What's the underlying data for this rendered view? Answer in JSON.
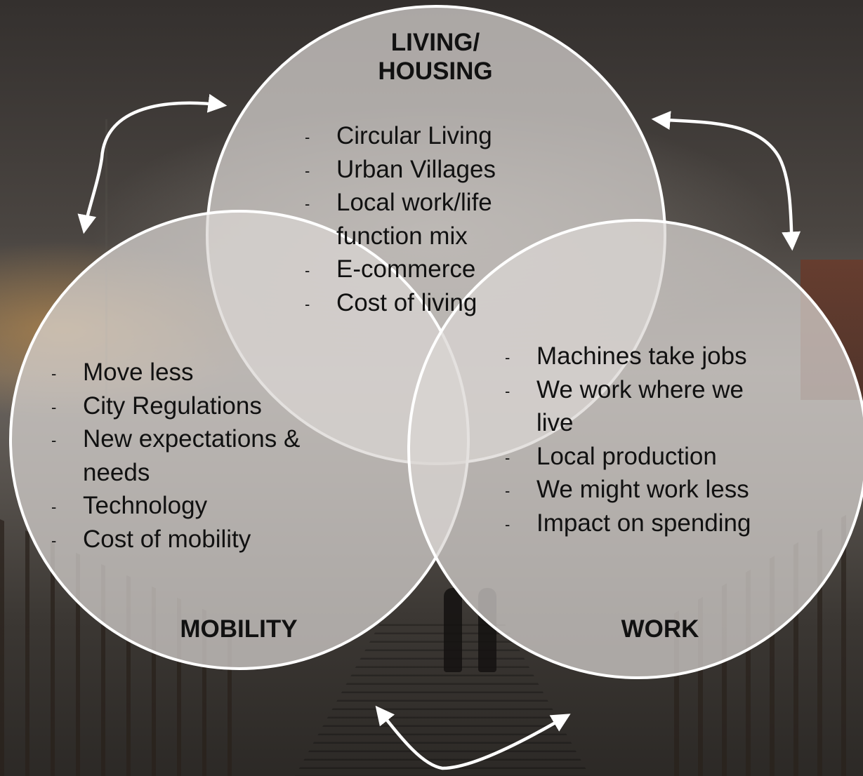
{
  "living": {
    "title_line1": "LIVING/",
    "title_line2": "HOUSING",
    "items": [
      "Circular Living",
      "Urban Villages",
      "Local work/life function mix",
      "E-commerce",
      "Cost of living"
    ]
  },
  "mobility": {
    "title": "MOBILITY",
    "items": [
      "Move less",
      "City Regulations",
      "New expectations & needs",
      "Technology",
      "Cost of mobility"
    ]
  },
  "work": {
    "title": "WORK",
    "items": [
      "Machines take jobs",
      "We work where we live",
      "Local production",
      "We might work less",
      "Impact on spending"
    ]
  },
  "colors": {
    "circle_fill": "#d9d6d3",
    "circle_stroke": "#ffffff",
    "arrow": "#ffffff",
    "text": "#111111"
  }
}
